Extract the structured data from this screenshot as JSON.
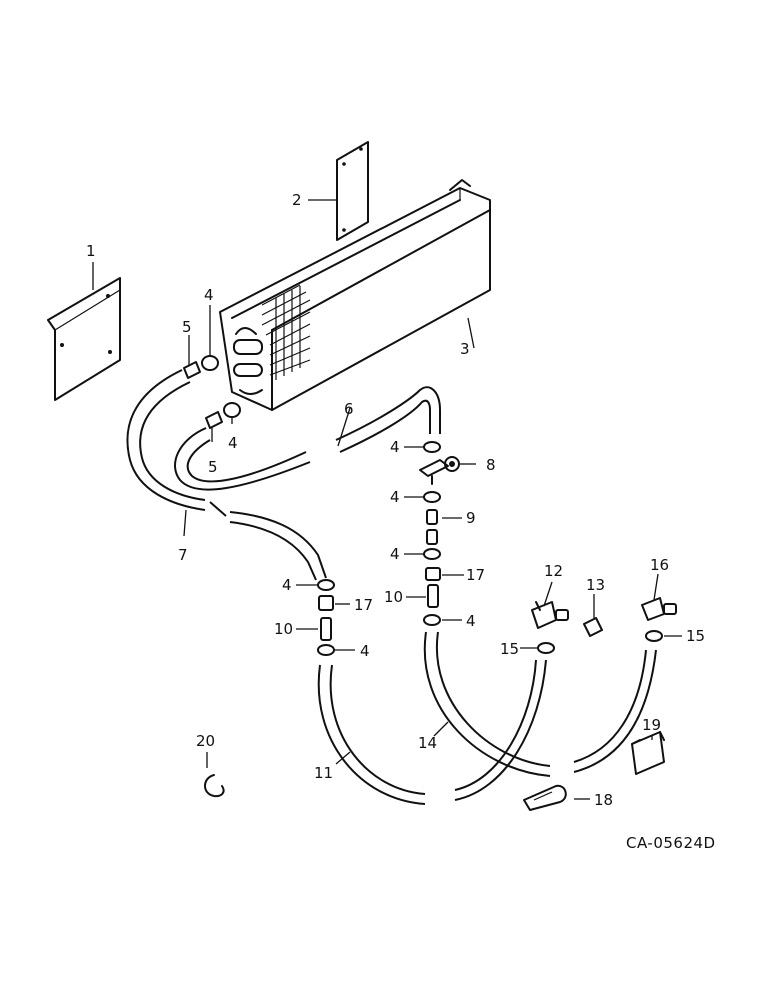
{
  "callouts": {
    "c1": "1",
    "c2": "2",
    "c3": "3",
    "c4a": "4",
    "c4b": "4",
    "c4c": "4",
    "c4d": "4",
    "c4e": "4",
    "c4f": "4",
    "c4g": "4",
    "c4h": "4",
    "c5a": "5",
    "c5b": "5",
    "c6": "6",
    "c7": "7",
    "c8": "8",
    "c9": "9",
    "c10a": "10",
    "c10b": "10",
    "c11": "11",
    "c12": "12",
    "c13": "13",
    "c14": "14",
    "c15a": "15",
    "c15b": "15",
    "c16": "16",
    "c17a": "17",
    "c17b": "17",
    "c18": "18",
    "c19": "19",
    "c20": "20"
  },
  "drawing_code": "CA-05624D"
}
